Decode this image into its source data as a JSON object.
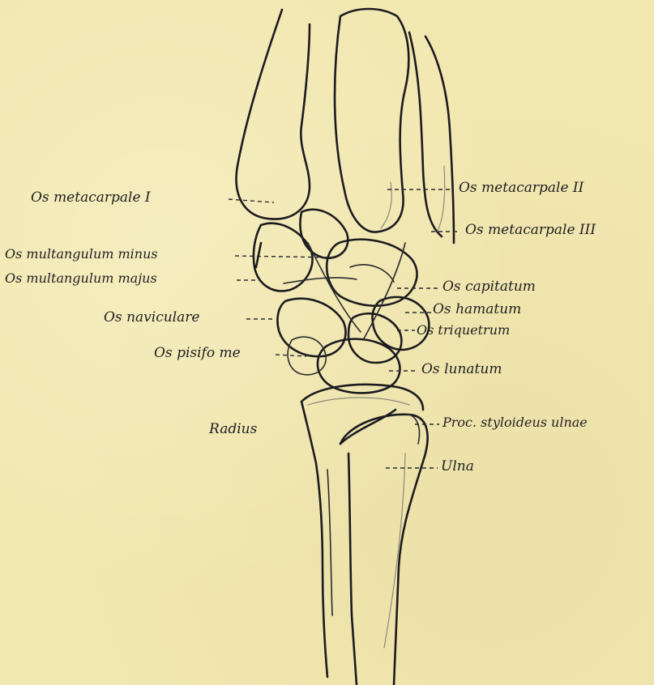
{
  "labels": {
    "os_metacarpale_i": "Os metacarpale I",
    "os_metacarpale_ii": "Os metacarpale II",
    "os_metacarpale_iii": "Os metacarpale III",
    "os_multangulum_minus": "Os multangulum minus",
    "os_multangulum_majus": "Os multangulum majus",
    "os_capitatum": "Os capitatum",
    "os_naviculare": "Os naviculare",
    "os_hamatum": "Os hamatum",
    "os_triquetrum": "Os triquetrum",
    "os_pisiforme": "Os pisifo me",
    "os_lunatum": "Os lunatum",
    "radius": "Radius",
    "proc_styloideus_ulnae": "Proc. styloideus ulnae",
    "ulna": "Ulna"
  }
}
